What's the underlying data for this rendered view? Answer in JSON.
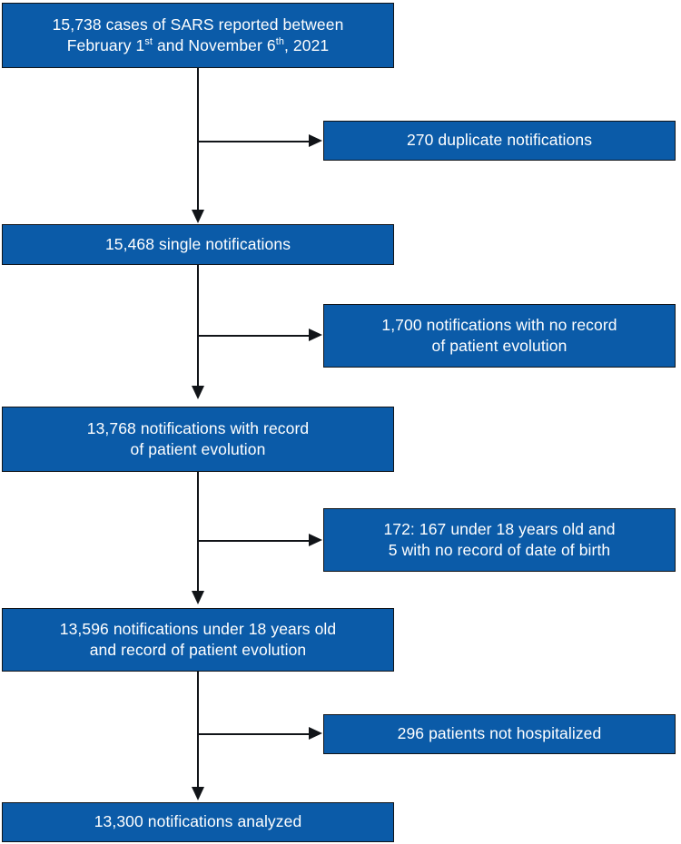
{
  "chart_data": {
    "type": "diagram",
    "title": "SARS case notification flow diagram",
    "diagram_kind": "flowchart",
    "orientation": "top-to-bottom with right-side exclusion branches",
    "colors": {
      "box_fill": "#0b5ba8",
      "box_border": "#111418",
      "box_text": "#ffffff",
      "connector": "#111418",
      "background": "#ffffff"
    },
    "main_nodes": [
      {
        "id": "n1",
        "count": 15738,
        "label_line1": "15,738 cases of SARS reported between",
        "label_line2_pre": "February 1",
        "label_line2_sup1": "st",
        "label_line2_mid": " and November 6",
        "label_line2_sup2": "th",
        "label_line2_post": ", 2021"
      },
      {
        "id": "n2",
        "count": 15468,
        "label": "15,468 single notifications"
      },
      {
        "id": "n3",
        "count": 13768,
        "label": "13,768 notifications with record\nof patient evolution"
      },
      {
        "id": "n4",
        "count": 13596,
        "label": "13,596 notifications under 18 years old\nand record of patient evolution"
      },
      {
        "id": "n5",
        "count": 13300,
        "label": "13,300 notifications analyzed"
      }
    ],
    "excluded_nodes": [
      {
        "id": "e1",
        "count": 270,
        "label": "270 duplicate notifications"
      },
      {
        "id": "e2",
        "count": 1700,
        "label": "1,700 notifications with no record\nof patient evolution"
      },
      {
        "id": "e3",
        "count": 172,
        "label": "172: 167 under 18 years old and\n5 with no record of date of birth"
      },
      {
        "id": "e4",
        "count": 296,
        "label": "296 patients not hospitalized"
      }
    ]
  },
  "nodes": {
    "n1": {
      "line1": "15,738 cases of SARS reported between",
      "l2a": "February 1",
      "l2sup1": "st",
      "l2b": " and November 6",
      "l2sup2": "th",
      "l2c": ", 2021"
    },
    "n2": {
      "text": "15,468 single notifications"
    },
    "n3": {
      "text": "13,768 notifications with record\nof patient evolution"
    },
    "n4": {
      "text": "13,596 notifications under 18 years old\nand record of patient evolution"
    },
    "n5": {
      "text": "13,300 notifications analyzed"
    }
  },
  "excluded": {
    "e1": {
      "text": "270 duplicate notifications"
    },
    "e2": {
      "text": "1,700 notifications with no record\nof patient evolution"
    },
    "e3": {
      "text": "172: 167 under 18 years old and\n5 with no record of date of birth"
    },
    "e4": {
      "text": "296 patients not hospitalized"
    }
  }
}
